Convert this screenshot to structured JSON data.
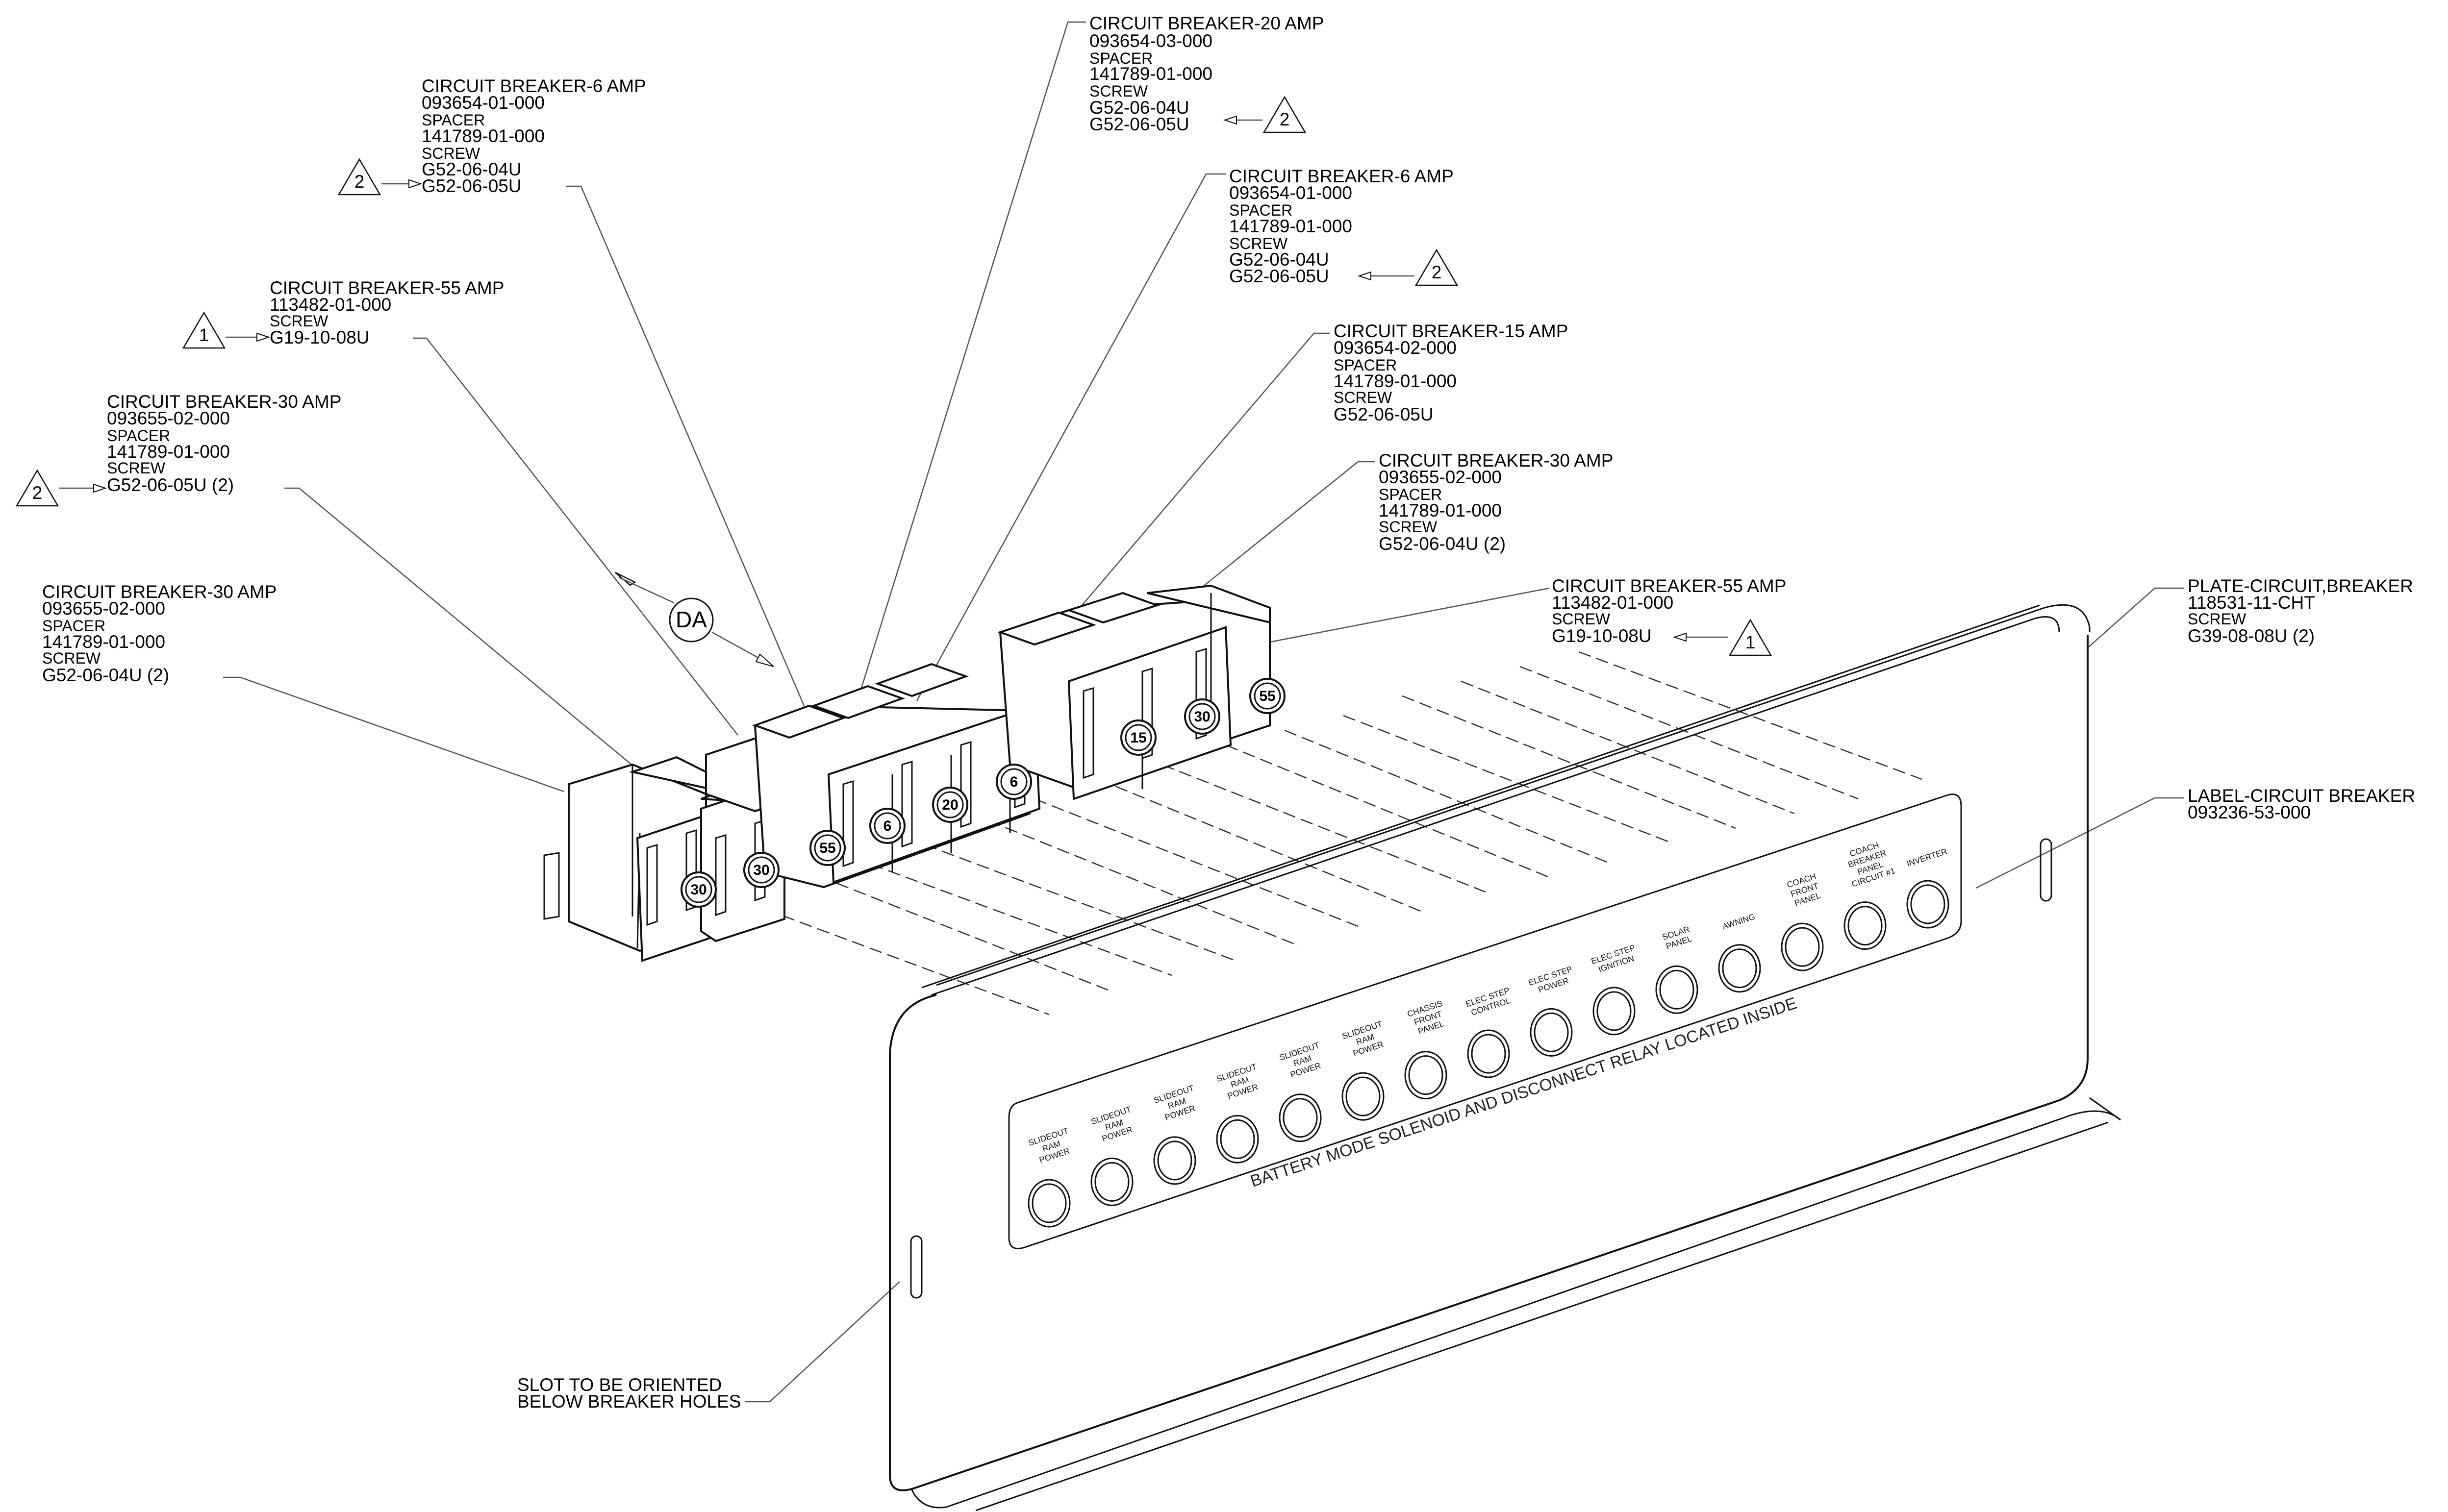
{
  "callouts": {
    "cb20": [
      "CIRCUIT BREAKER-20 AMP",
      "093654-03-000",
      "SPACER",
      "141789-01-000",
      "SCREW",
      "G52-06-04U",
      "G52-06-05U"
    ],
    "cb6_left": [
      "CIRCUIT BREAKER-6 AMP",
      "093654-01-000",
      "SPACER",
      "141789-01-000",
      "SCREW",
      "G52-06-04U",
      "G52-06-05U"
    ],
    "cb6_right": [
      "CIRCUIT BREAKER-6 AMP",
      "093654-01-000",
      "SPACER",
      "141789-01-000",
      "SCREW",
      "G52-06-04U",
      "G52-06-05U"
    ],
    "cb55_left": [
      "CIRCUIT BREAKER-55 AMP",
      "113482-01-000",
      "SCREW",
      "G19-10-08U"
    ],
    "cb15": [
      "CIRCUIT BREAKER-15 AMP",
      "093654-02-000",
      "SPACER",
      "141789-01-000",
      "SCREW",
      "G52-06-05U"
    ],
    "cb30_a": [
      "CIRCUIT BREAKER-30 AMP",
      "093655-02-000",
      "SPACER",
      "141789-01-000",
      "SCREW",
      "G52-06-05U (2)"
    ],
    "cb30_b": [
      "CIRCUIT BREAKER-30 AMP",
      "093655-02-000",
      "SPACER",
      "141789-01-000",
      "SCREW",
      "G52-06-04U (2)"
    ],
    "cb30_c": [
      "CIRCUIT BREAKER-30 AMP",
      "093655-02-000",
      "SPACER",
      "141789-01-000",
      "SCREW",
      "G52-06-04U (2)"
    ],
    "cb55_right": [
      "CIRCUIT BREAKER-55 AMP",
      "113482-01-000",
      "SCREW",
      "G19-10-08U"
    ],
    "plate": [
      "PLATE-CIRCUIT,BREAKER",
      "118531-11-CHT",
      "SCREW",
      "G39-08-08U (2)"
    ],
    "label": [
      "LABEL-CIRCUIT BREAKER",
      "093236-53-000"
    ],
    "slot": [
      "SLOT TO BE ORIENTED",
      "BELOW BREAKER HOLES"
    ]
  },
  "notes": {
    "flag_2": "2",
    "flag_1": "1",
    "da": "DA"
  },
  "breaker_ratings": {
    "r30a": "30",
    "r30b": "30",
    "r55a": "55",
    "r6a": "6",
    "r20": "20",
    "r6b": "6",
    "r15": "15",
    "r30c": "30",
    "r55b": "55"
  },
  "panel": {
    "notice": "BATTERY MODE SOLENOID AND DISCONNECT RELAY LOCATED INSIDE",
    "positions": [
      [
        "SLIDEOUT",
        "RAM",
        "POWER"
      ],
      [
        "SLIDEOUT",
        "RAM",
        "POWER"
      ],
      [
        "SLIDEOUT",
        "RAM",
        "POWER"
      ],
      [
        "SLIDEOUT",
        "RAM",
        "POWER"
      ],
      [
        "SLIDEOUT",
        "RAM",
        "POWER"
      ],
      [
        "SLIDEOUT",
        "RAM",
        "POWER"
      ],
      [
        "CHASSIS",
        "FRONT",
        "PANEL"
      ],
      [
        "ELEC STEP",
        "CONTROL"
      ],
      [
        "ELEC STEP",
        "POWER"
      ],
      [
        "ELEC STEP",
        "IGNITION"
      ],
      [
        "SOLAR",
        "PANEL"
      ],
      [
        "AWNING"
      ],
      [
        "COACH",
        "FRONT",
        "PANEL"
      ],
      [
        "COACH",
        "BREAKER",
        "PANEL",
        "CIRCUIT #1"
      ],
      [
        "INVERTER"
      ]
    ]
  }
}
